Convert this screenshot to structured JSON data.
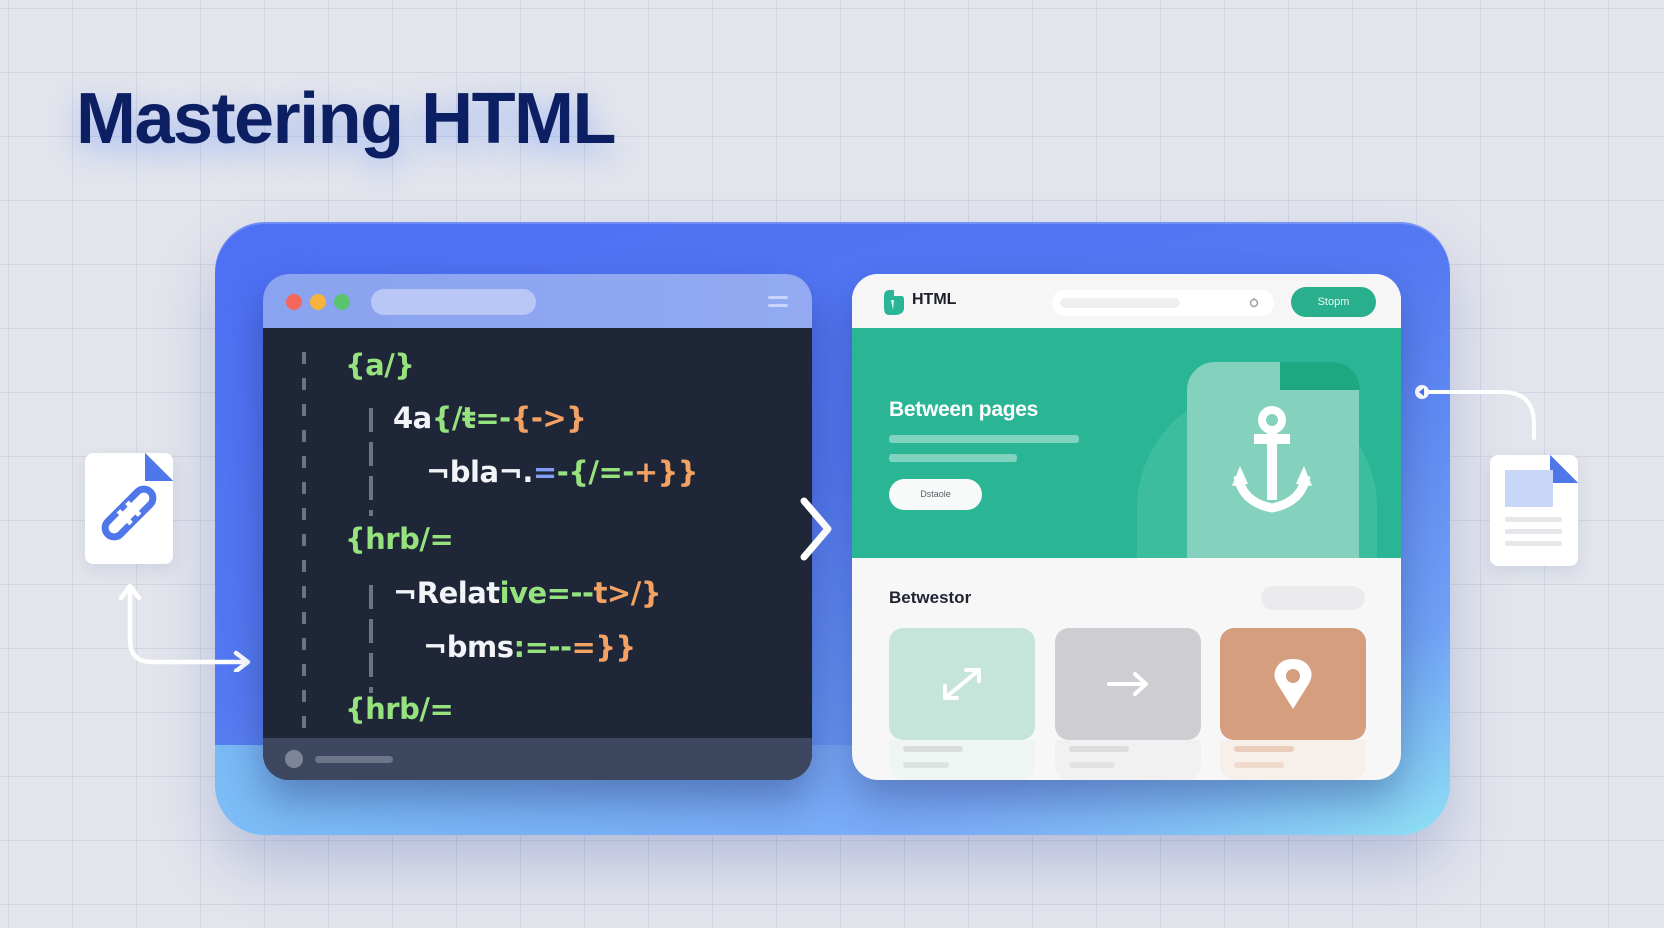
{
  "title": "Mastering HTML",
  "code_editor": {
    "window_controls": [
      "close",
      "minimize",
      "maximize"
    ],
    "lines": [
      {
        "indent": 0,
        "segments": [
          {
            "text": "{a/}",
            "color": "green"
          }
        ]
      },
      {
        "indent": 1,
        "segments": [
          {
            "text": "4a",
            "color": "white"
          },
          {
            "text": "{/ŧ=-",
            "color": "green"
          },
          {
            "text": "{->}",
            "color": "orange"
          }
        ]
      },
      {
        "indent": 2,
        "segments": [
          {
            "text": "¬bla¬",
            "color": "white"
          },
          {
            "text": ".",
            "color": "white"
          },
          {
            "text": "=",
            "color": "blue"
          },
          {
            "text": "-{/=-",
            "color": "green"
          },
          {
            "text": "+}}",
            "color": "orange"
          }
        ]
      },
      {
        "indent": 0,
        "segments": [
          {
            "text": "{hrb/=",
            "color": "green"
          }
        ]
      },
      {
        "indent": 1,
        "segments": [
          {
            "text": "¬Relat",
            "color": "white"
          },
          {
            "text": "ive=--",
            "color": "green"
          },
          {
            "text": "t>/}",
            "color": "orange"
          }
        ]
      },
      {
        "indent": 2,
        "segments": [
          {
            "text": "¬bms",
            "color": "white"
          },
          {
            "text": ":=--",
            "color": "green"
          },
          {
            "text": "=}}",
            "color": "orange"
          }
        ]
      },
      {
        "indent": 0,
        "segments": [
          {
            "text": "{hrb/=",
            "color": "green"
          }
        ]
      }
    ]
  },
  "browser_preview": {
    "brand": "HTML",
    "header_button": "Stopm",
    "hero": {
      "title": "Between pages",
      "button": "Dstaole"
    },
    "section_title": "Betwestor",
    "cards": [
      {
        "icon": "diagonal-arrows-icon",
        "color": "#c6e5da"
      },
      {
        "icon": "right-arrow-icon",
        "color": "#cdcdd2"
      },
      {
        "icon": "map-pin-icon",
        "color": "#d49e7f"
      }
    ]
  },
  "side_icons": {
    "left": "link-document-icon",
    "right": "page-document-icon"
  },
  "colors": {
    "title": "#0c1f63",
    "stage_blue": "#4d6ff5",
    "code_bg": "#1f2638",
    "code_green": "#95e27f",
    "code_orange": "#f3a263",
    "brand_teal": "#2ab695",
    "accent_blue": "#4f77ea"
  }
}
